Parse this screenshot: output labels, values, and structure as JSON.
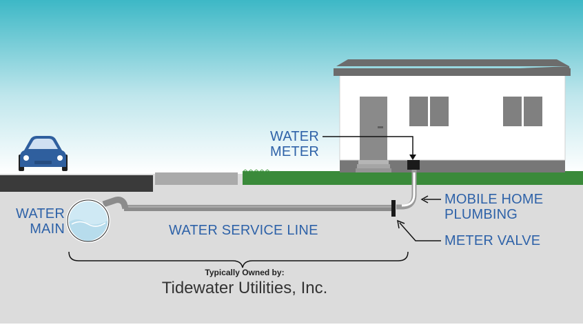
{
  "labels": {
    "water_meter_line1": "WATER",
    "water_meter_line2": "METER",
    "mobile_home_line1": "MOBILE HOME",
    "mobile_home_line2": "PLUMBING",
    "meter_valve": "METER VALVE",
    "water_main_line1": "WATER",
    "water_main_line2": "MAIN",
    "service_line": "WATER SERVICE LINE"
  },
  "ownership": {
    "caption": "Typically Owned by:",
    "owner": "Tidewater Utilities, Inc."
  },
  "colors": {
    "label_blue": "#2e62a8",
    "sky_top": "#3db8c6",
    "ground": "#dcdcdc",
    "grass": "#3a8a3a",
    "pipe": "#8c8c8c",
    "car": "#2f5f9e"
  }
}
